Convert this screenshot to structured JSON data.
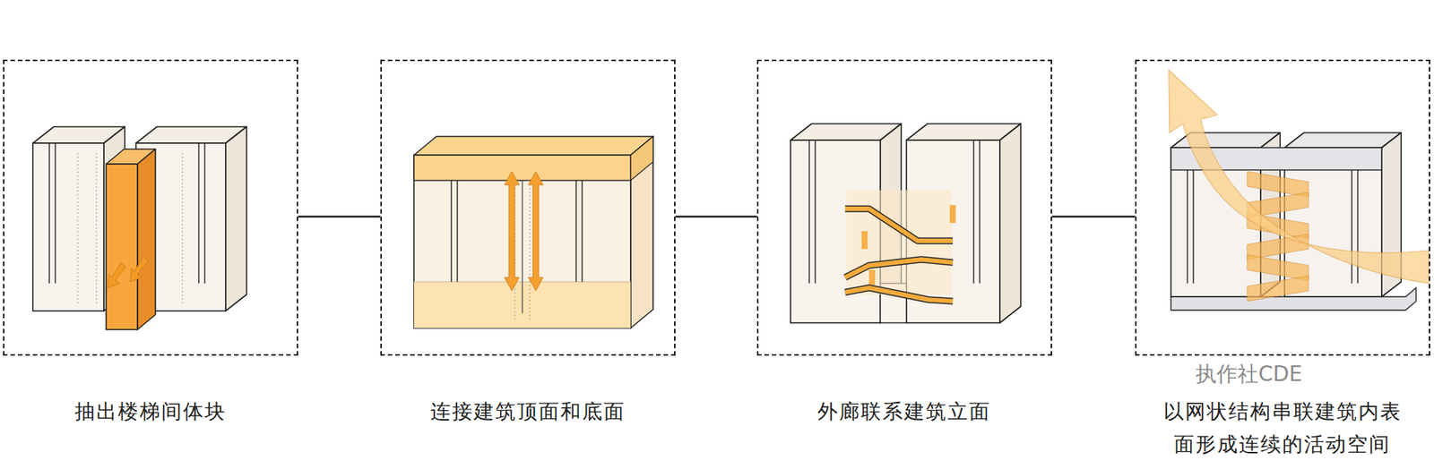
{
  "diagram": {
    "nodes": [
      {
        "text": [
          "抽出楼梯间体块"
        ]
      },
      {
        "text": [
          "连接建筑顶面和底面"
        ]
      },
      {
        "text": [
          "外廊联系建筑立面"
        ]
      },
      {
        "text": [
          "以网状结构串联建筑内表面形成连续的活动空间"
        ]
      }
    ],
    "edges": [
      {
        "from": 0,
        "to": 1,
        "arrow": "none"
      },
      {
        "from": 1,
        "to": 2,
        "arrow": "none"
      },
      {
        "from": 2,
        "to": 3,
        "arrow": "none"
      }
    ],
    "labels": [
      "执作社CDE"
    ]
  }
}
